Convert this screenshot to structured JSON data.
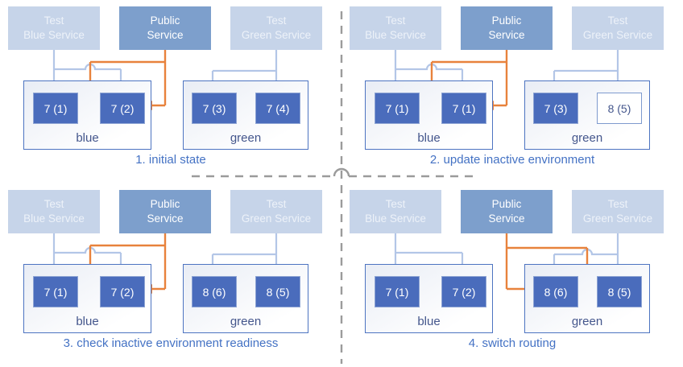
{
  "colors": {
    "test_service_bg": "#c6d4e9",
    "test_service_text": "#edf2f9",
    "public_service_bg": "#7d9fcc",
    "public_service_text": "#ffffff",
    "pod_bg": "#4a6cbc",
    "pod_border": "#8fa5d4",
    "pod_text": "#ffffff",
    "pod_new_bg": "#ffffff",
    "pod_new_border": "#7e9ace",
    "pod_new_text": "#44568c",
    "env_border": "#4d74c1",
    "env_bg_top": "#e9edf5",
    "env_bg_bottom": "#ffffff",
    "env_label_text": "#44568c",
    "caption_text": "#4472c4",
    "test_arrow": "#b3c6e7",
    "public_arrow": "#e8823c",
    "divider": "#9b9b9b"
  },
  "panels": [
    {
      "caption": "1. initial state",
      "public_traffic_target": "blue",
      "services": {
        "test_blue": {
          "line1": "Test",
          "line2": "Blue Service"
        },
        "public": {
          "line1": "Public",
          "line2": "Service"
        },
        "test_green": {
          "line1": "Test",
          "line2": "Green Service"
        }
      },
      "env_blue": {
        "label": "blue",
        "pods": [
          {
            "label": "7 (1)",
            "variant": "active"
          },
          {
            "label": "7 (2)",
            "variant": "active"
          }
        ]
      },
      "env_green": {
        "label": "green",
        "pods": [
          {
            "label": "7 (3)",
            "variant": "active"
          },
          {
            "label": "7 (4)",
            "variant": "active"
          }
        ]
      }
    },
    {
      "caption": "2. update inactive environment",
      "public_traffic_target": "blue",
      "services": {
        "test_blue": {
          "line1": "Test",
          "line2": "Blue Service"
        },
        "public": {
          "line1": "Public",
          "line2": "Service"
        },
        "test_green": {
          "line1": "Test",
          "line2": "Green Service"
        }
      },
      "env_blue": {
        "label": "blue",
        "pods": [
          {
            "label": "7 (1)",
            "variant": "active"
          },
          {
            "label": "7 (1)",
            "variant": "active"
          }
        ]
      },
      "env_green": {
        "label": "green",
        "pods": [
          {
            "label": "7 (3)",
            "variant": "active"
          },
          {
            "label": "8 (5)",
            "variant": "new"
          }
        ]
      }
    },
    {
      "caption": "3. check inactive environment readiness",
      "public_traffic_target": "blue",
      "services": {
        "test_blue": {
          "line1": "Test",
          "line2": "Blue Service"
        },
        "public": {
          "line1": "Public",
          "line2": "Service"
        },
        "test_green": {
          "line1": "Test",
          "line2": "Green Service"
        }
      },
      "env_blue": {
        "label": "blue",
        "pods": [
          {
            "label": "7 (1)",
            "variant": "active"
          },
          {
            "label": "7 (2)",
            "variant": "active"
          }
        ]
      },
      "env_green": {
        "label": "green",
        "pods": [
          {
            "label": "8 (6)",
            "variant": "active"
          },
          {
            "label": "8 (5)",
            "variant": "active"
          }
        ]
      }
    },
    {
      "caption": "4. switch routing",
      "public_traffic_target": "green",
      "services": {
        "test_blue": {
          "line1": "Test",
          "line2": "Blue Service"
        },
        "public": {
          "line1": "Public",
          "line2": "Service"
        },
        "test_green": {
          "line1": "Test",
          "line2": "Green Service"
        }
      },
      "env_blue": {
        "label": "blue",
        "pods": [
          {
            "label": "7 (1)",
            "variant": "active"
          },
          {
            "label": "7 (2)",
            "variant": "active"
          }
        ]
      },
      "env_green": {
        "label": "green",
        "pods": [
          {
            "label": "8 (6)",
            "variant": "active"
          },
          {
            "label": "8 (5)",
            "variant": "active"
          }
        ]
      }
    }
  ]
}
